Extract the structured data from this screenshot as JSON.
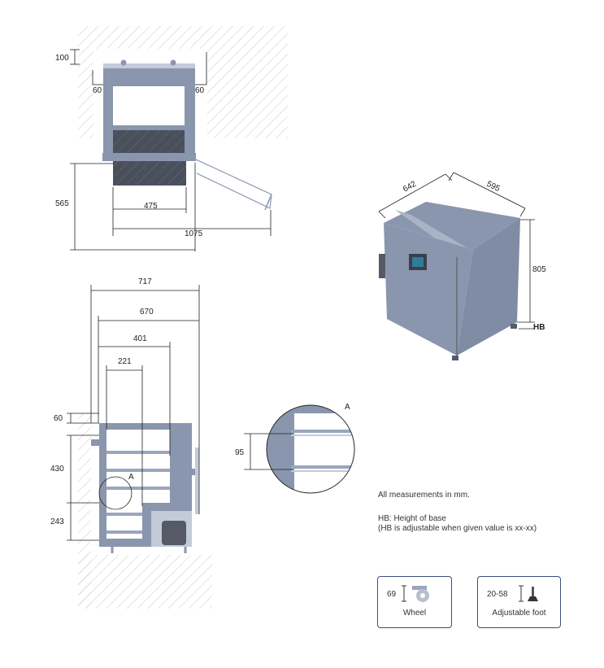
{
  "colors": {
    "unit_fill": "#8996ad",
    "unit_light": "#c3cad8",
    "panel_white": "#ffffff",
    "line": "#222222",
    "card_border": "#3a4d7a"
  },
  "top_view": {
    "dims": [
      "100",
      "60",
      "60",
      "565",
      "475",
      "1075"
    ]
  },
  "side_view": {
    "dims": [
      "717",
      "670",
      "401",
      "221",
      "60",
      "430",
      "243"
    ],
    "detail_marker": "A"
  },
  "detail_view": {
    "label": "A",
    "dim": "95"
  },
  "iso_view": {
    "dims": [
      "642",
      "595",
      "805",
      "HB"
    ]
  },
  "notes": {
    "measurements": "All measurements in mm.",
    "hb_line1": "HB: Height of base",
    "hb_line2": "(HB is adjustable when given value is xx-xx)"
  },
  "cards": [
    {
      "value": "69",
      "label": "Wheel",
      "icon": "wheel-icon"
    },
    {
      "value": "20-58",
      "label": "Adjustable foot",
      "icon": "adjustable-foot-icon"
    }
  ]
}
